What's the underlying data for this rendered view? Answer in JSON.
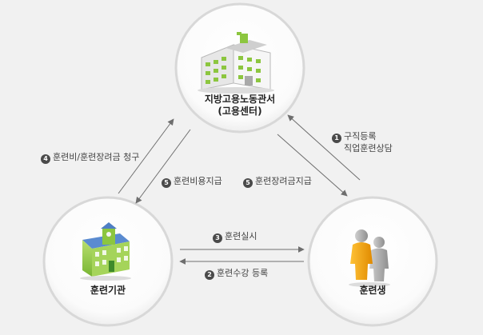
{
  "nodes": {
    "labor_office": {
      "title": "지방고용노동관서",
      "subtitle": "(고용센터)"
    },
    "training_institution": {
      "title": "훈련기관"
    },
    "trainee": {
      "title": "훈련생"
    }
  },
  "steps": {
    "s1": {
      "number": "1",
      "line1": "구직등록",
      "line2": "직업훈련상담"
    },
    "s2": {
      "number": "2",
      "text": "훈련수강 등록"
    },
    "s3": {
      "number": "3",
      "text": "훈련실시"
    },
    "s4": {
      "number": "4",
      "text": "훈련비/훈련장려금 청구"
    },
    "s5a": {
      "number": "5",
      "text": "훈련비용지급"
    },
    "s5b": {
      "number": "5",
      "text": "훈련장려금지급"
    }
  },
  "colors": {
    "background": "#f1f1f1",
    "circle_border": "#d8d8d8",
    "arrow": "#6e6e6e",
    "badge": "#4a4a4a",
    "person_front": "#f2a10f",
    "person_back": "#a8a8a8",
    "building_accent": "#8cc63f"
  }
}
